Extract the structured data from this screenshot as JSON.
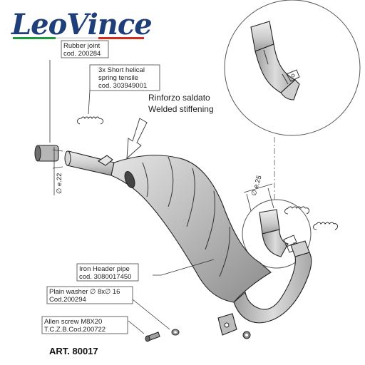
{
  "brand": {
    "logo_text": "LeoVince",
    "stripe_colors": [
      "#1f9a3c",
      "#ffffff",
      "#d52b1e"
    ],
    "logo_color": "#1f3f7a"
  },
  "callouts": {
    "rubber_joint": {
      "line1": "Rubber joint",
      "line2": "cod. 200284"
    },
    "springs": {
      "line1": "3x Short helical",
      "line2": "spring tensile",
      "line3": "cod. 303949001"
    },
    "stiffening": {
      "line1": "Rinforzo saldato",
      "line2": "Welded stiffening"
    },
    "header_pipe": {
      "line1": "Iron Header pipe",
      "line2": "cod. 3080017450"
    },
    "washer": {
      "line1": "Plain washer ∅ 8x∅ 16",
      "line2": "Cod.200294"
    },
    "screw": {
      "line1": "Allen screw M8X20",
      "line2": "T.C.Z.B.Cod.200722"
    }
  },
  "dimensions": {
    "inlet": "∅ e.22",
    "outlet": "∅ e.25"
  },
  "article": {
    "number": "ART. 80017"
  },
  "icons": [
    "spring-icon",
    "rubber-joint-icon",
    "washer-icon",
    "allen-screw-icon",
    "arrow-down-icon"
  ]
}
